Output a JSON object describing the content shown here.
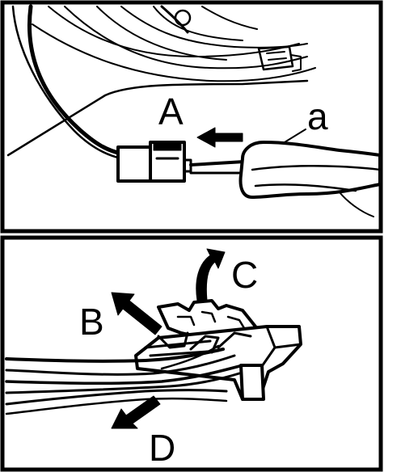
{
  "labels": {
    "push_direction": "A",
    "tool": "a",
    "lift_direction": "B",
    "rotate_direction": "C",
    "pull_direction": "D"
  }
}
